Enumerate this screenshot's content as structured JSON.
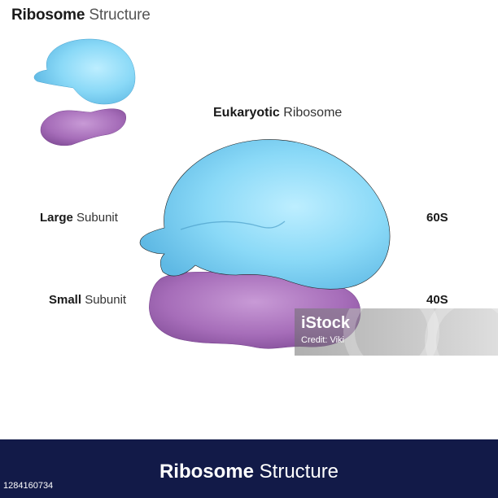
{
  "top_title": {
    "bold": "Ribosome",
    "light": "Structure"
  },
  "diagram_title": {
    "bold": "Eukaryotic",
    "light": "Ribosome"
  },
  "labels": {
    "large": {
      "bold": "Large",
      "light": "Subunit",
      "value": "60S"
    },
    "small": {
      "bold": "Small",
      "light": "Subunit",
      "value": "40S"
    }
  },
  "watermark": {
    "logo": "iStock",
    "credit": "Credit: Viki"
  },
  "footer": {
    "title_bold": "Ribosome",
    "title_light": "Structure",
    "image_id": "1284160734"
  },
  "colors": {
    "large_subunit": "#7fd3f5",
    "small_subunit": "#a86cb8",
    "footer_bg": "#121a48"
  }
}
